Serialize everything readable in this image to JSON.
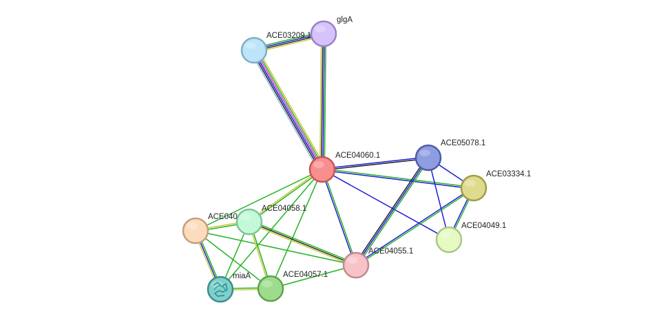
{
  "network": {
    "nodes": [
      {
        "id": "ACE04060.1",
        "label": "ACE04060.1",
        "fill": "#f88e8e",
        "stroke": "#c65555"
      },
      {
        "id": "ACE03209.1",
        "label": "ACE03209.1",
        "fill": "#bde4f8",
        "stroke": "#7eaec5"
      },
      {
        "id": "glgA",
        "label": "glgA",
        "fill": "#d6c3fb",
        "stroke": "#9a80c9"
      },
      {
        "id": "ACE05078.1",
        "label": "ACE05078.1",
        "fill": "#8e9ce0",
        "stroke": "#4d5ca8"
      },
      {
        "id": "ACE03334.1",
        "label": "ACE03334.1",
        "fill": "#dedb8f",
        "stroke": "#a09c45"
      },
      {
        "id": "ACE04049.1",
        "label": "ACE04049.1",
        "fill": "#e5fbc3",
        "stroke": "#a8c886"
      },
      {
        "id": "ACE04055.1",
        "label": "ACE04055.1",
        "fill": "#f7c3c8",
        "stroke": "#c08a90"
      },
      {
        "id": "ACE04058.1",
        "label": "ACE04058.1",
        "fill": "#c3f9d6",
        "stroke": "#7fc49a"
      },
      {
        "id": "ACE04059.1",
        "label": "ACE040",
        "fill": "#fcdcbf",
        "stroke": "#c79e7a"
      },
      {
        "id": "miaA",
        "label": "miaA",
        "fill": "#7fd0cc",
        "stroke": "#3e8c88"
      },
      {
        "id": "ACE04057.1",
        "label": "ACE04057.1",
        "fill": "#9ddc8d",
        "stroke": "#5ea24e"
      }
    ],
    "edges": [
      {
        "source": "ACE03209.1",
        "target": "glgA",
        "colors": [
          "#22b322",
          "#1a1ad9",
          "#222222",
          "#c9c93a"
        ]
      },
      {
        "source": "ACE03209.1",
        "target": "ACE04060.1",
        "colors": [
          "#c9c93a",
          "#22b322",
          "#d23ad2",
          "#1a1ad9",
          "#222222",
          "#8fbde0"
        ]
      },
      {
        "source": "glgA",
        "target": "ACE04060.1",
        "colors": [
          "#22b322",
          "#1a1ad9",
          "#222222",
          "#c9c93a"
        ]
      },
      {
        "source": "ACE04060.1",
        "target": "ACE05078.1",
        "colors": [
          "#1a1ad9",
          "#222222"
        ]
      },
      {
        "source": "ACE04060.1",
        "target": "ACE03334.1",
        "colors": [
          "#22b322",
          "#1a1ad9"
        ]
      },
      {
        "source": "ACE04060.1",
        "target": "ACE04049.1",
        "colors": [
          "#1a1ad9"
        ]
      },
      {
        "source": "ACE04060.1",
        "target": "ACE04055.1",
        "colors": [
          "#22b322",
          "#1a1ad9"
        ]
      },
      {
        "source": "ACE04060.1",
        "target": "ACE04058.1",
        "colors": [
          "#22b322",
          "#c9c93a"
        ]
      },
      {
        "source": "ACE04060.1",
        "target": "ACE04059.1",
        "colors": [
          "#22b322"
        ]
      },
      {
        "source": "ACE04060.1",
        "target": "miaA",
        "colors": [
          "#22b322"
        ]
      },
      {
        "source": "ACE04060.1",
        "target": "ACE04057.1",
        "colors": [
          "#22b322"
        ]
      },
      {
        "source": "ACE05078.1",
        "target": "ACE04055.1",
        "colors": [
          "#22b322",
          "#1a1ad9",
          "#222222"
        ]
      },
      {
        "source": "ACE05078.1",
        "target": "ACE03334.1",
        "colors": [
          "#1a1ad9"
        ]
      },
      {
        "source": "ACE05078.1",
        "target": "ACE04049.1",
        "colors": [
          "#1a1ad9"
        ]
      },
      {
        "source": "ACE03334.1",
        "target": "ACE04049.1",
        "colors": [
          "#22b322",
          "#1a1ad9"
        ]
      },
      {
        "source": "ACE03334.1",
        "target": "ACE04055.1",
        "colors": [
          "#22b322",
          "#1a1ad9"
        ]
      },
      {
        "source": "ACE04058.1",
        "target": "ACE04055.1",
        "colors": [
          "#22b322",
          "#222222",
          "#c9c93a"
        ]
      },
      {
        "source": "ACE04059.1",
        "target": "ACE04055.1",
        "colors": [
          "#22b322"
        ]
      },
      {
        "source": "ACE04058.1",
        "target": "ACE04059.1",
        "colors": [
          "#22b322",
          "#c9c93a"
        ]
      },
      {
        "source": "ACE04059.1",
        "target": "miaA",
        "colors": [
          "#22b322",
          "#1a1ad9",
          "#c9c93a"
        ]
      },
      {
        "source": "ACE04059.1",
        "target": "ACE04057.1",
        "colors": [
          "#22b322"
        ]
      },
      {
        "source": "ACE04058.1",
        "target": "miaA",
        "colors": [
          "#22b322"
        ]
      },
      {
        "source": "ACE04058.1",
        "target": "ACE04057.1",
        "colors": [
          "#22b322",
          "#c9c93a"
        ]
      },
      {
        "source": "miaA",
        "target": "ACE04057.1",
        "colors": [
          "#22b322",
          "#c9c93a"
        ]
      },
      {
        "source": "ACE04057.1",
        "target": "ACE04055.1",
        "colors": [
          "#22b322"
        ]
      }
    ]
  }
}
